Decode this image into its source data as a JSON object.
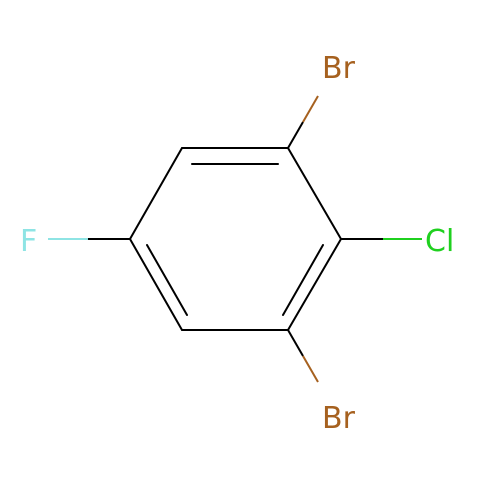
{
  "molecule": {
    "atoms": {
      "br_top": {
        "label": "Br",
        "color": "#a6611f"
      },
      "cl": {
        "label": "Cl",
        "color": "#1fd01f"
      },
      "f": {
        "label": "F",
        "color": "#8ee4e4"
      },
      "br_bottom": {
        "label": "Br",
        "color": "#a6611f"
      }
    },
    "colors": {
      "bond": "#000000",
      "background": "#ffffff"
    }
  }
}
